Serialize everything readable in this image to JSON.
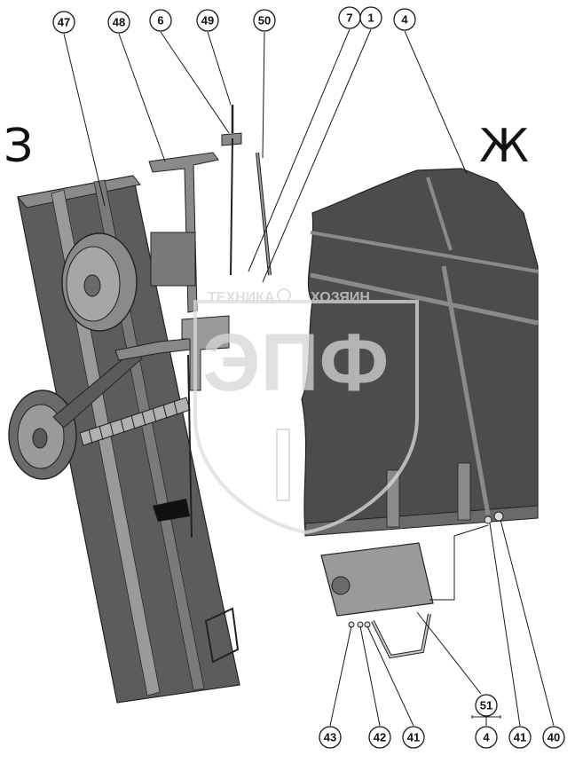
{
  "section_labels": {
    "left": "З",
    "right": "Ж"
  },
  "watermark": {
    "brand_top_left": "ТЕХНИКА",
    "brand_top_right": "ХОЗЯИН",
    "emblem": "ЭПФ"
  },
  "callouts": [
    {
      "id": "c47",
      "label": "47"
    },
    {
      "id": "c48",
      "label": "48"
    },
    {
      "id": "c6",
      "label": "6"
    },
    {
      "id": "c49",
      "label": "49"
    },
    {
      "id": "c50",
      "label": "50"
    },
    {
      "id": "c7",
      "label": "7"
    },
    {
      "id": "c1",
      "label": "1"
    },
    {
      "id": "c4top",
      "label": "4"
    },
    {
      "id": "c51",
      "label": "51"
    },
    {
      "id": "c4bottom",
      "label": "4"
    },
    {
      "id": "c43",
      "label": "43"
    },
    {
      "id": "c42",
      "label": "42"
    },
    {
      "id": "c41a",
      "label": "41"
    },
    {
      "id": "c41b",
      "label": "41"
    },
    {
      "id": "c40",
      "label": "40"
    }
  ],
  "colors": {
    "panel_dark": "#4a4a4a",
    "panel_mid": "#6e6e6e",
    "panel_light": "#9a9a9a",
    "line": "#1a1a1a"
  }
}
